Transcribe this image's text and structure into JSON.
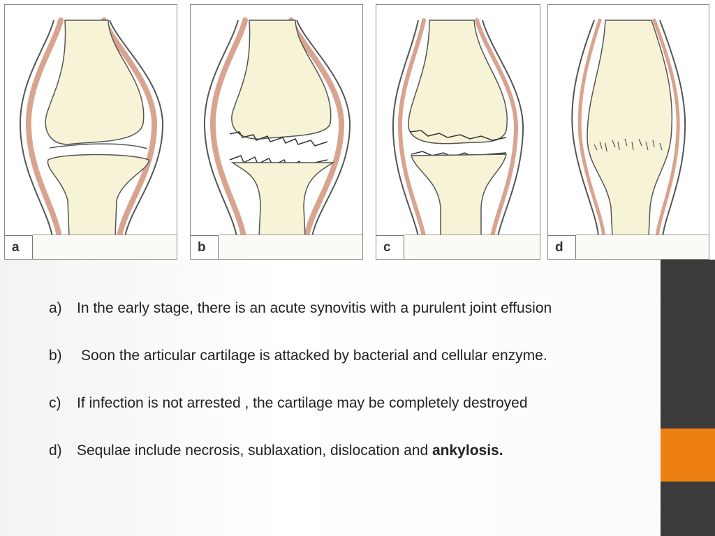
{
  "figure": {
    "panels": [
      {
        "label": "a"
      },
      {
        "label": "b"
      },
      {
        "label": "c"
      },
      {
        "label": "d"
      }
    ]
  },
  "captions": [
    {
      "marker": "a)",
      "text": "In the early stage, there is an acute synovitis with a purulent joint effusion"
    },
    {
      "marker": "b)",
      "text": "Soon the articular cartilage is attacked by bacterial and cellular enzyme."
    },
    {
      "marker": "c)",
      "text": "If infection is not arrested , the cartilage may be completely destroyed"
    },
    {
      "marker": "d)",
      "text_before": "Sequlae include necrosis, sublaxation, dislocation and ",
      "text_bold": "ankylosis."
    }
  ],
  "colors": {
    "bone": "#f6f3d6",
    "synovium": "#d9a48f",
    "outline": "#555555",
    "sidebar": "#3b3b3b",
    "accent": "#ee7f12"
  }
}
